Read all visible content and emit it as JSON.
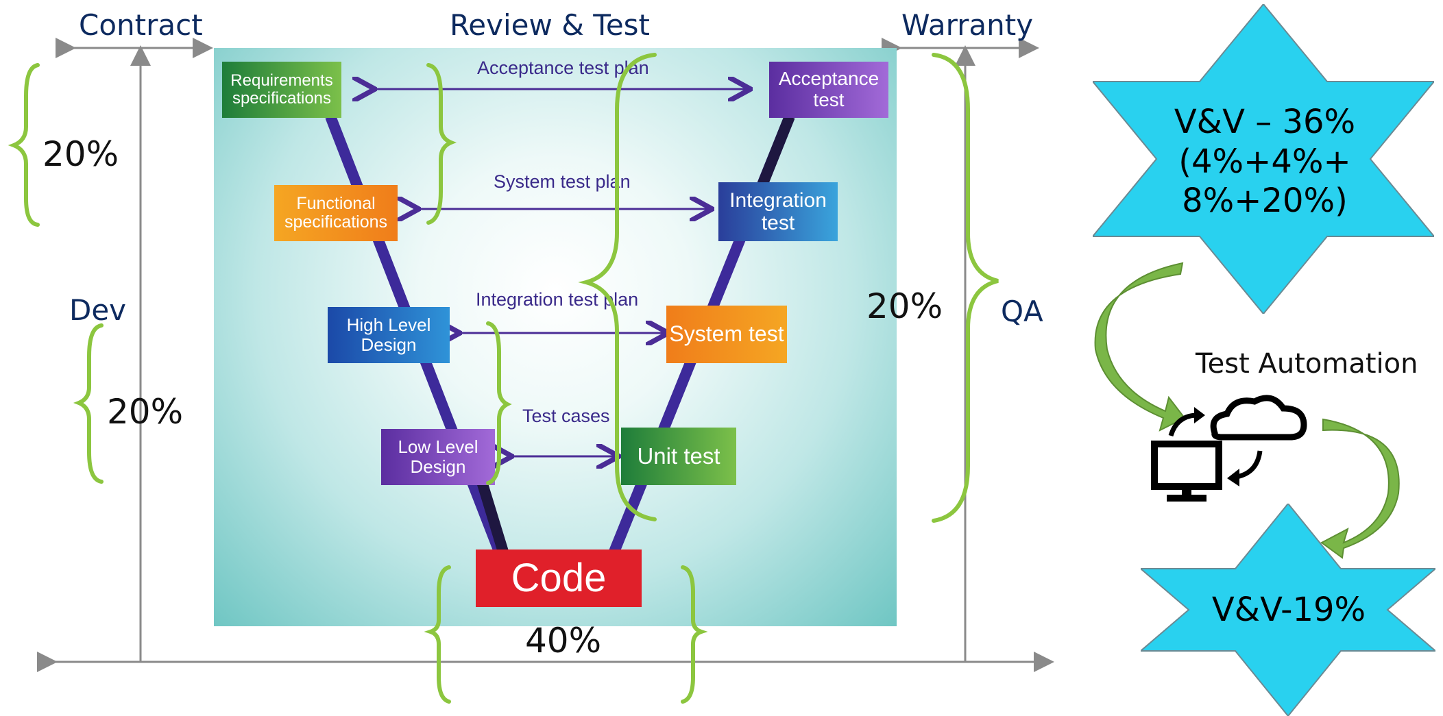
{
  "headers": {
    "contract": "Contract",
    "review_test": "Review & Test",
    "warranty": "Warranty",
    "dev": "Dev",
    "qa": "QA"
  },
  "percentages": {
    "req_brace": "20%",
    "dev_brace": "20%",
    "qa_brace": "20%",
    "code_brace": "40%"
  },
  "vmodel": {
    "left": {
      "requirements": "Requirements specifications",
      "functional": "Functional specifications",
      "high_level": "High Level Design",
      "low_level": "Low Level Design"
    },
    "right": {
      "acceptance": "Acceptance test",
      "integration": "Integration test",
      "system": "System test",
      "unit": "Unit test"
    },
    "code": "Code",
    "plans": {
      "acceptance": "Acceptance test plan",
      "system": "System test plan",
      "integration": "Integration test plan",
      "cases": "Test cases"
    }
  },
  "stars": {
    "top_line1": "V&V – 36%",
    "top_line2": "(4%+4%+",
    "top_line3": "8%+20%)",
    "bottom": "V&V-19%"
  },
  "automation_label": "Test Automation",
  "colors": {
    "navy": "#0d2a5f",
    "brace": "#8cc63f",
    "star": "#29d1ef",
    "arrow_green": "#7ab648",
    "axis": "#8a8a8a"
  }
}
